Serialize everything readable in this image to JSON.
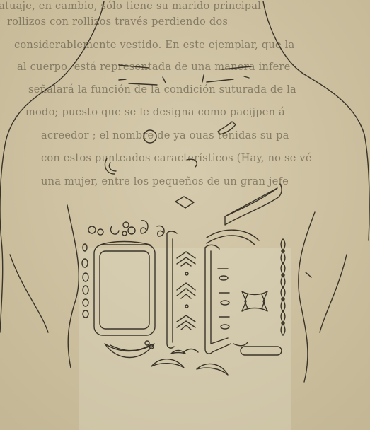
{
  "text_lines": [
    "tatuaje, en cambio, sólo tiene su marido principal",
    "rollizos con rollizos través perdiendo dos",
    "considerablemente vestido. En este ejemplar, que la",
    "al cuerpo, está representada de una manera infere",
    "señalará la función de la condición suturada de la",
    "modo; puesto que se le designa como pacijpen á",
    "acreedor ; el nombre de ya ouas tenidas su pa",
    "con estos punteados característicos (Hay, no se vé",
    "una mujer, entre los pequeños de un gran jefe"
  ],
  "colors": {
    "paper": "#cdc1a1",
    "ink": "#3a3428",
    "bleed_text": "#4a4232"
  }
}
